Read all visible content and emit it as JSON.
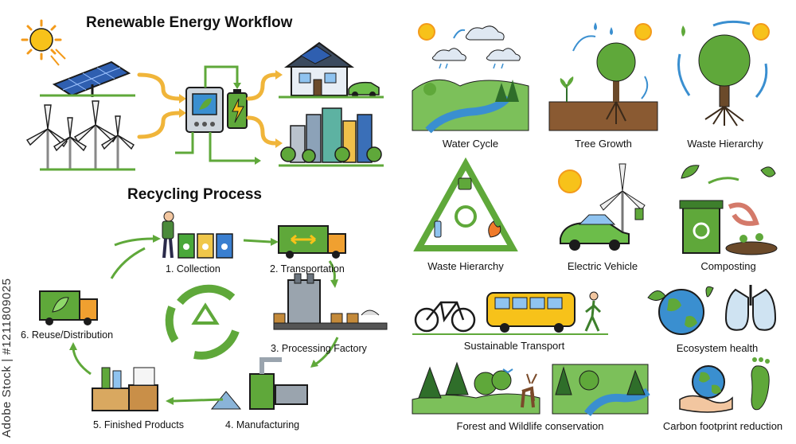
{
  "sections": {
    "renewable_title": "Renewable Energy Workflow",
    "recycling_title": "Recycling Process"
  },
  "recycling_steps": [
    "1. Collection",
    "2. Transportation",
    "3. Processing Factory",
    "4. Manufacturing",
    "5. Finished Products",
    "6. Reuse/Distribution"
  ],
  "tiles": [
    "Water Cycle",
    "Tree Growth",
    "Waste Hierarchy",
    "Waste Hierarchy",
    "Electric Vehicle",
    "Composting",
    "Sustainable Transport",
    "Ecosystem health",
    "Forest and Wildlife conservation",
    "Carbon footprint reduction"
  ],
  "watermark": "Adobe Stock | #1211809025",
  "colors": {
    "green": "#5fa83a",
    "dark_green": "#2f6e2a",
    "yellow_arrow": "#f0b53a",
    "sky_blue": "#3a8fd0",
    "outline": "#1b1b1b"
  }
}
